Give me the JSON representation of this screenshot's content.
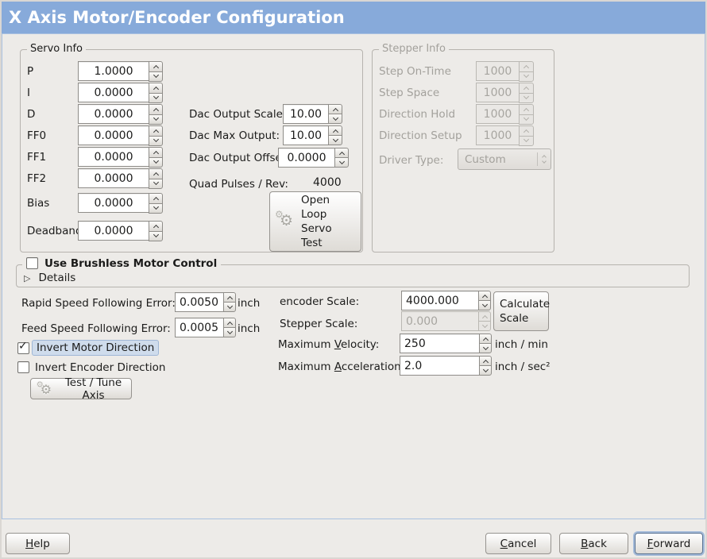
{
  "window": {
    "title": "X Axis Motor/Encoder Configuration"
  },
  "servo_info": {
    "title": "Servo Info",
    "fields": [
      {
        "label": "P",
        "value": "1.0000"
      },
      {
        "label": "I",
        "value": "0.0000"
      },
      {
        "label": "D",
        "value": "0.0000"
      },
      {
        "label": "FF0",
        "value": "0.0000"
      },
      {
        "label": "FF1",
        "value": "0.0000"
      },
      {
        "label": "FF2",
        "value": "0.0000"
      },
      {
        "label": "Bias",
        "value": "0.0000"
      },
      {
        "label": "Deadband",
        "value": "0.0000"
      }
    ],
    "dac": [
      {
        "label": "Dac Output Scale:",
        "value": "10.00"
      },
      {
        "label": "Dac Max Output:",
        "value": "10.00"
      },
      {
        "label": "Dac Output Offset:",
        "value": "0.0000"
      }
    ],
    "quad_label": "Quad Pulses / Rev:",
    "quad_value": "4000",
    "open_loop_button": "Open\nLoop\nServo\nTest"
  },
  "stepper_info": {
    "title": "Stepper Info",
    "fields": [
      {
        "label": "Step On-Time",
        "value": "1000"
      },
      {
        "label": "Step Space",
        "value": "1000"
      },
      {
        "label": "Direction Hold",
        "value": "1000"
      },
      {
        "label": "Direction Setup",
        "value": "1000"
      }
    ],
    "driver_label": "Driver Type:",
    "driver_value": "Custom"
  },
  "brushless": {
    "checkbox_label": "Use Brushless Motor Control",
    "details_label": "Details"
  },
  "left_panel": {
    "rapid_label": "Rapid Speed Following Error:",
    "rapid_value": "0.0050",
    "rapid_unit": "inch",
    "feed_label": "Feed Speed Following Error:",
    "feed_value": "0.0005",
    "feed_unit": "inch",
    "invert_motor_label": "Invert Motor Direction",
    "invert_encoder_label": "Invert Encoder Direction",
    "test_tune_button": "Test / Tune Axis"
  },
  "right_panel": {
    "encoder_label": "encoder Scale:",
    "encoder_value": "4000.000",
    "calculate_button": "Calculate\nScale",
    "stepper_label": "Stepper Scale:",
    "stepper_value": "0.000",
    "velocity_label": {
      "pre": "Maximum ",
      "key": "V",
      "post": "elocity:"
    },
    "velocity_value": "250",
    "velocity_unit": "inch / min",
    "accel_label": {
      "pre": "Maximum ",
      "key": "A",
      "post": "cceleration:"
    },
    "accel_value": "2.0",
    "accel_unit": "inch / sec²"
  },
  "footer": {
    "help": {
      "pre": "",
      "key": "H",
      "post": "elp"
    },
    "cancel": {
      "pre": "",
      "key": "C",
      "post": "ancel"
    },
    "back": {
      "pre": "",
      "key": "B",
      "post": "ack"
    },
    "forward": {
      "pre": "",
      "key": "F",
      "post": "orward"
    }
  },
  "icons": {
    "gears": "⚙",
    "check": "✓",
    "expander": "▷"
  },
  "colors": {
    "titlebar": "#87aada",
    "focus_ring": "#86a7d3",
    "selected_label_bg": "#cfdcec"
  }
}
